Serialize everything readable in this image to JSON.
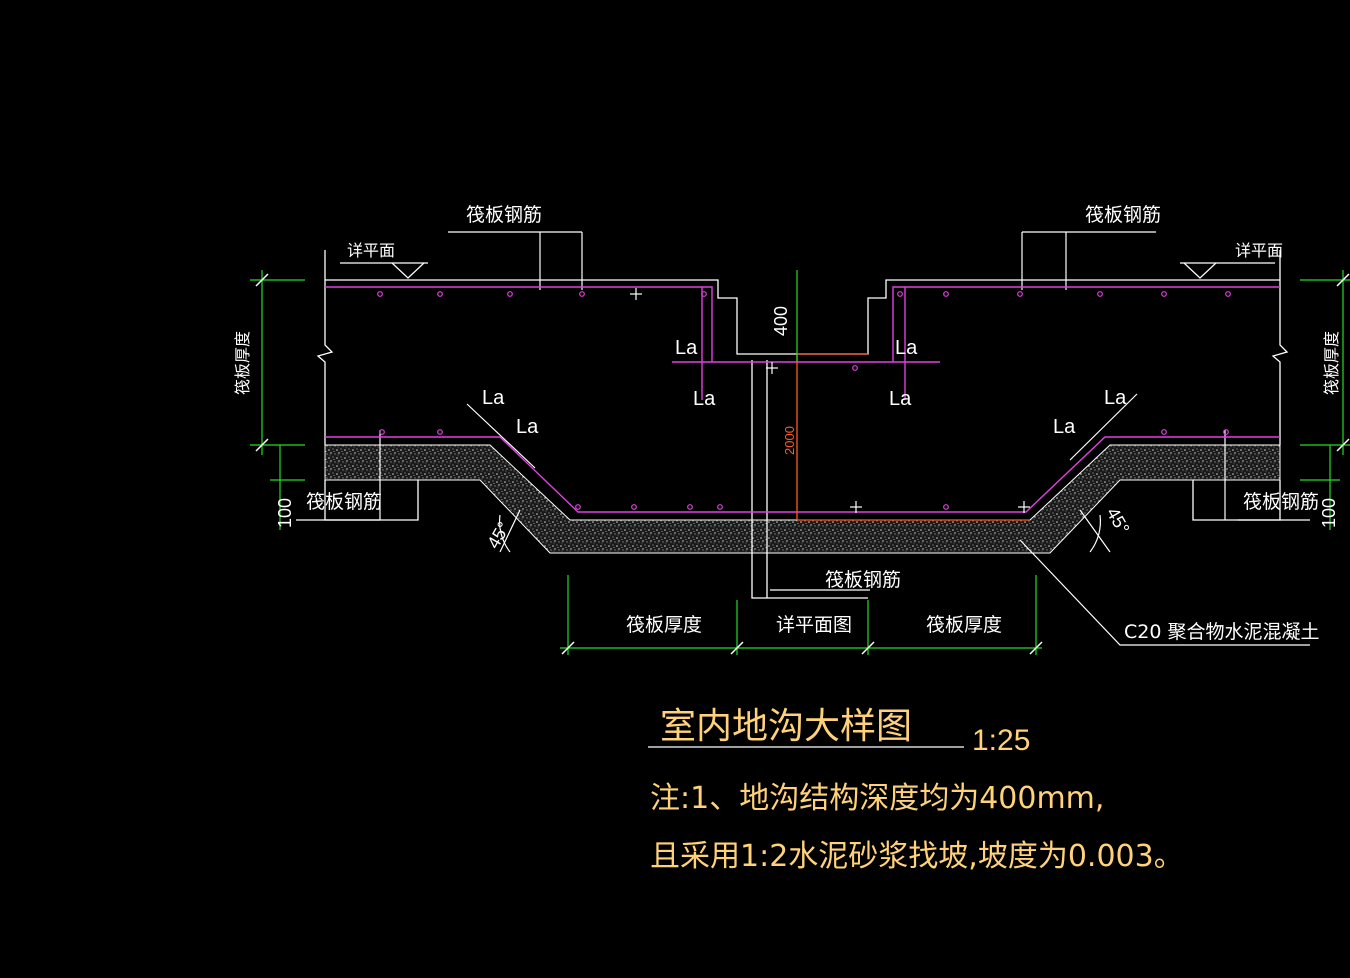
{
  "colors": {
    "background": "#000000",
    "outline": "#ffffff",
    "rebar": "#e040e0",
    "dimension": "#22dd22",
    "annotation": "#ffd27a",
    "depth_dim": "#ff5a1f",
    "concrete_fill": "#b8b8b8"
  },
  "labels": {
    "raft_rebar": "筏板钢筋",
    "see_plan": "详平面",
    "raft_thickness": "筏板厚度",
    "la": "La",
    "see_plan_drawing": "详平面图",
    "material": "C20 聚合物水泥混凝土"
  },
  "dimensions": {
    "depth": "400",
    "bottom_layer": "100",
    "trench_width": "2000",
    "angle": "45°"
  },
  "title": {
    "text": "室内地沟大样图",
    "scale": "1:25"
  },
  "notes": {
    "line1": "注:1、地沟结构深度均为400mm,",
    "line2": "且采用1:2水泥砂浆找坡,坡度为0.003。"
  }
}
